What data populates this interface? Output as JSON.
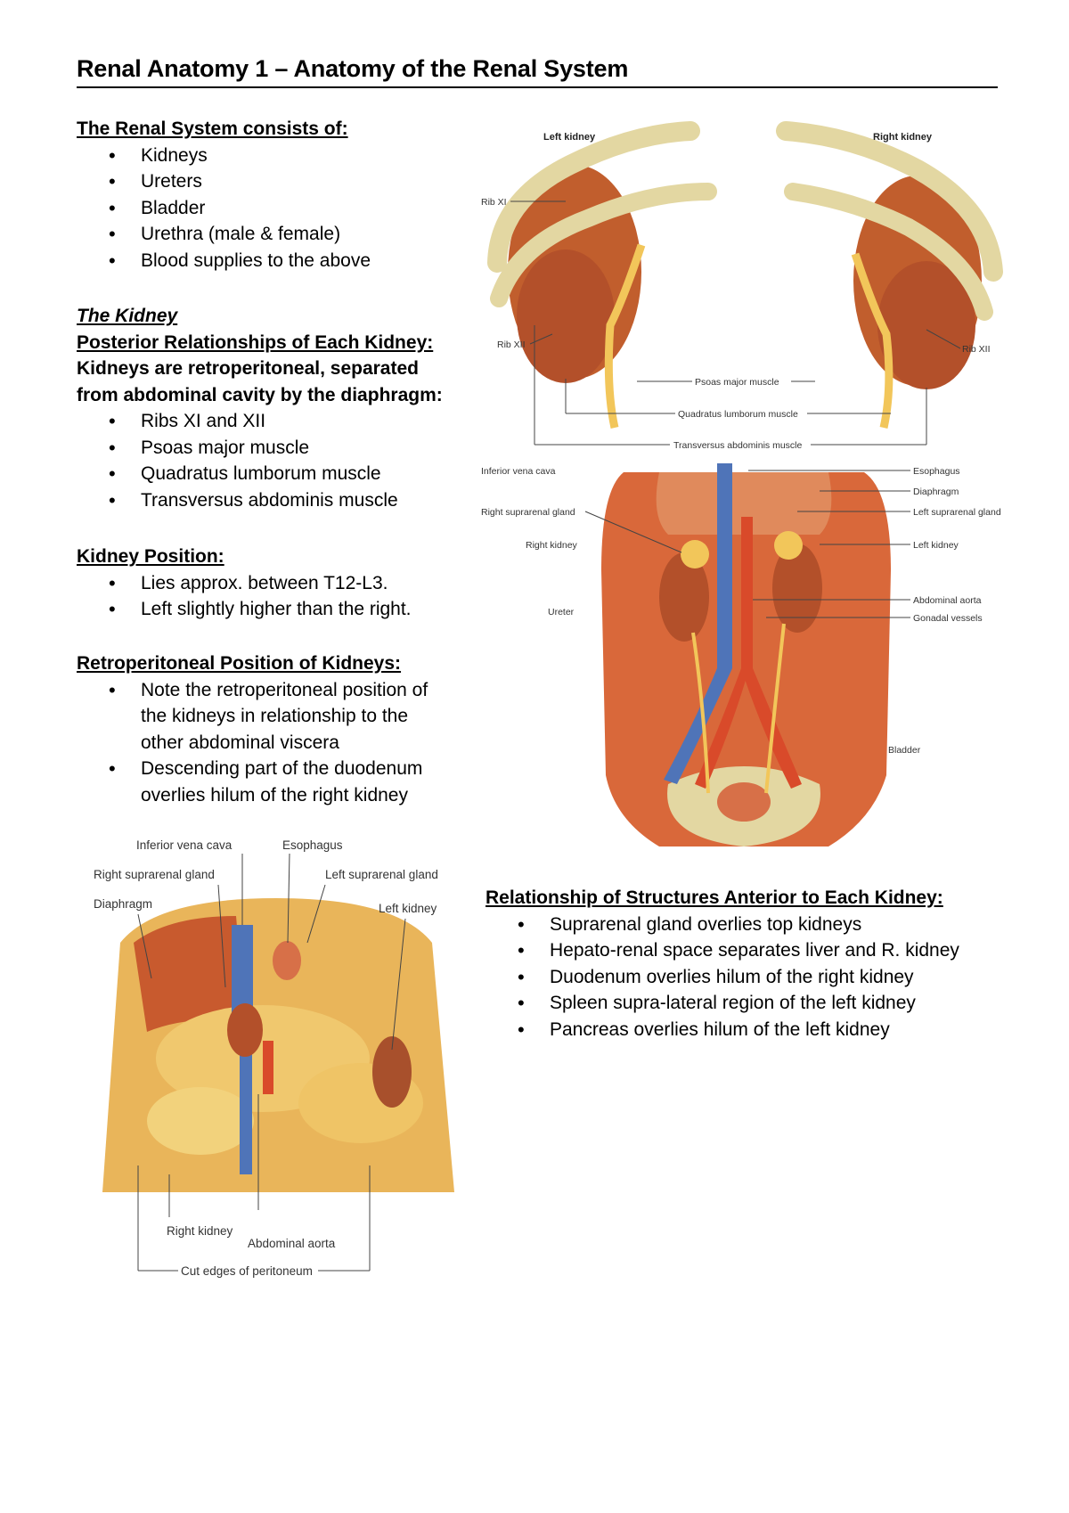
{
  "title": "Renal Anatomy 1 – Anatomy of the Renal System",
  "consists": {
    "heading": "The Renal System consists of:",
    "items": [
      "Kidneys",
      "Ureters",
      "Bladder",
      "Urethra (male & female)",
      "Blood supplies to the above"
    ]
  },
  "kidney": {
    "heading": "The Kidney",
    "posterior_heading": "Posterior Relationships of Each Kidney:",
    "intro_line1": "Kidneys are retroperitoneal, separated",
    "intro_line2": "from abdominal cavity by the diaphragm:",
    "items": [
      "Ribs XI and XII",
      "Psoas major muscle",
      "Quadratus lumborum muscle",
      "Transversus abdominis muscle"
    ]
  },
  "position": {
    "heading": "Kidney Position:",
    "items": [
      "Lies approx. between T12-L3.",
      "Left slightly higher than the right."
    ]
  },
  "retro": {
    "heading": "Retroperitoneal Position of Kidneys:",
    "item1_line1": "Note the retroperitoneal position of",
    "item1_line2": "the kidneys in relationship to the",
    "item1_line3": "other abdominal viscera",
    "item2_line1": "Descending part of the duodenum",
    "item2_line2": "overlies hilum of the right kidney"
  },
  "anterior": {
    "heading": "Relationship of Structures Anterior to Each Kidney:",
    "items": [
      "Suprarenal gland overlies top kidneys",
      "Hepato-renal space separates liver and R. kidney",
      "Duodenum overlies hilum of the right kidney",
      "Spleen supra-lateral region of the left kidney",
      "Pancreas overlies hilum of the left kidney"
    ]
  },
  "fig1": {
    "left_kidney": "Left kidney",
    "right_kidney": "Right kidney",
    "rib_xi": "Rib XI",
    "rib_xii_left": "Rib XII",
    "rib_xii_right": "Rib XII",
    "psoas": "Psoas major muscle",
    "quadratus": "Quadratus lumborum muscle",
    "transversus": "Transversus abdominis muscle"
  },
  "fig2": {
    "ivc": "Inferior vena cava",
    "right_suprarenal": "Right suprarenal gland",
    "right_kidney": "Right kidney",
    "ureter": "Ureter",
    "esophagus": "Esophagus",
    "diaphragm": "Diaphragm",
    "left_suprarenal": "Left suprarenal gland",
    "left_kidney": "Left kidney",
    "aorta": "Abdominal aorta",
    "gonadal": "Gonadal vessels",
    "bladder": "Bladder"
  },
  "fig3": {
    "ivc": "Inferior vena cava",
    "esophagus": "Esophagus",
    "right_suprarenal": "Right suprarenal gland",
    "left_suprarenal": "Left suprarenal gland",
    "diaphragm": "Diaphragm",
    "left_kidney": "Left kidney",
    "right_kidney": "Right kidney",
    "aorta": "Abdominal aorta",
    "cut_edges": "Cut edges of peritoneum"
  },
  "colors": {
    "muscle": "#d9683a",
    "kidney": "#b8552b",
    "bone": "#e8dfb0",
    "vein": "#4f74b8",
    "artery": "#d94a2a",
    "fat": "#f2c65a"
  }
}
